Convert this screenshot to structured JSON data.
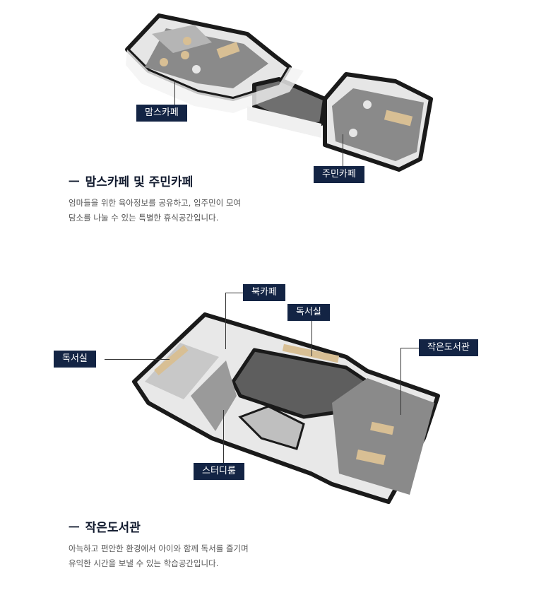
{
  "section1": {
    "labels": {
      "moms_cafe": "맘스카페",
      "residents_cafe": "주민카페"
    },
    "heading_dash": "ㅡ",
    "title": "맘스카페 및 주민카페",
    "description_lines": [
      "엄마들을 위한 육아정보를 공유하고, 입주민이 모여",
      "담소를 나눌 수 있는 특별한 휴식공간입니다."
    ]
  },
  "section2": {
    "labels": {
      "book_cafe": "북카페",
      "reading_room_right": "독서실",
      "reading_room_left": "독서실",
      "small_library": "작은도서관",
      "study_room": "스터디룸"
    },
    "heading_dash": "ㅡ",
    "title": "작은도서관",
    "description_lines": [
      "아늑하고 편안한 환경에서 아이와 함께 독서를 즐기며",
      "유익한 시간을 보낼 수 있는 학습공간입니다."
    ]
  },
  "colors": {
    "label_bg": "#132444",
    "wall": "#1a1a1a",
    "floor": "#8a8a8a",
    "floor_light": "#b5b5b5",
    "wood": "#d8bf94"
  }
}
